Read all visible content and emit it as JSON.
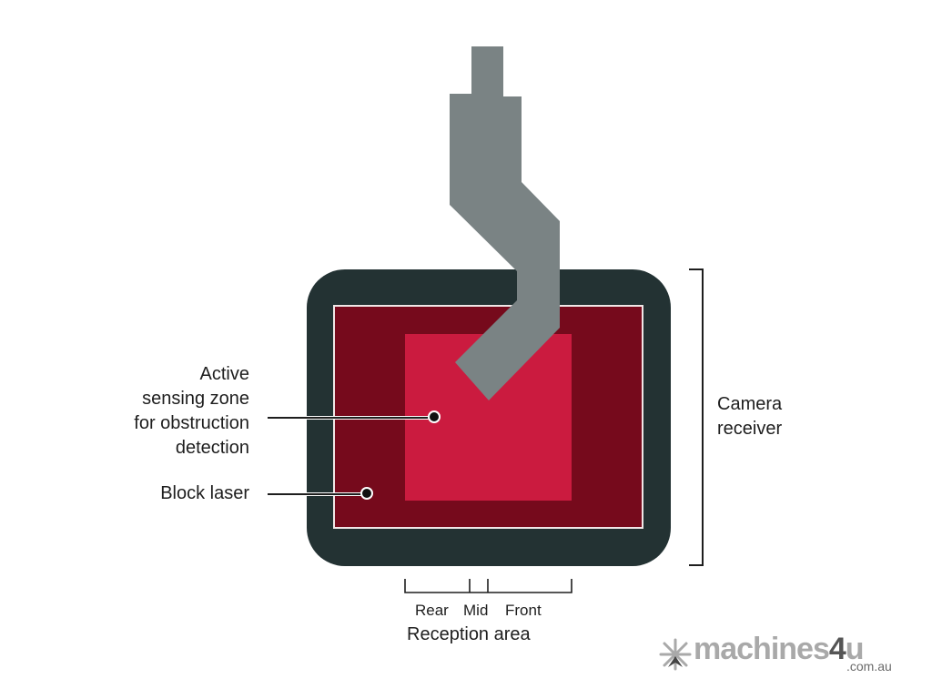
{
  "colors": {
    "housing": "#233233",
    "block_laser": "#760a1c",
    "sensing_zone": "#cb1b3f",
    "tool": "#7a8384",
    "inner_border": "#f0e6e6",
    "line": "#1e1e1e"
  },
  "labels": {
    "active_zone": [
      "Active",
      "sensing zone",
      "for obstruction",
      "detection"
    ],
    "block_laser": "Block laser",
    "camera_receiver": [
      "Camera",
      "receiver"
    ],
    "reception_segments": {
      "rear": "Rear",
      "mid": "Mid",
      "front": "Front"
    },
    "reception_area": "Reception area"
  },
  "logo": {
    "name_main": "machines",
    "name_four": "4",
    "name_u": "u",
    "tld": ".com.au"
  }
}
